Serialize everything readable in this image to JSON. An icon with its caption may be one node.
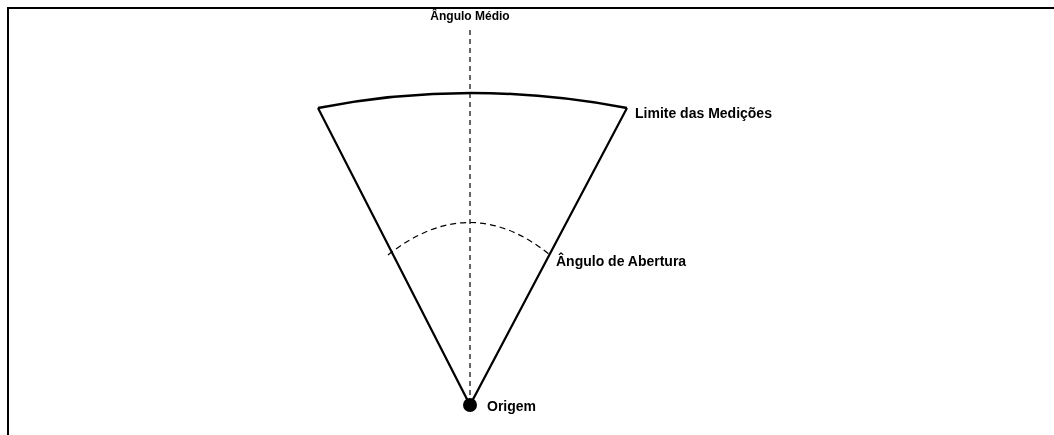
{
  "diagram": {
    "labels": [
      "Ângulo Médio",
      "Limite das Medições",
      "Ângulo de Abertura",
      "Origem"
    ]
  }
}
